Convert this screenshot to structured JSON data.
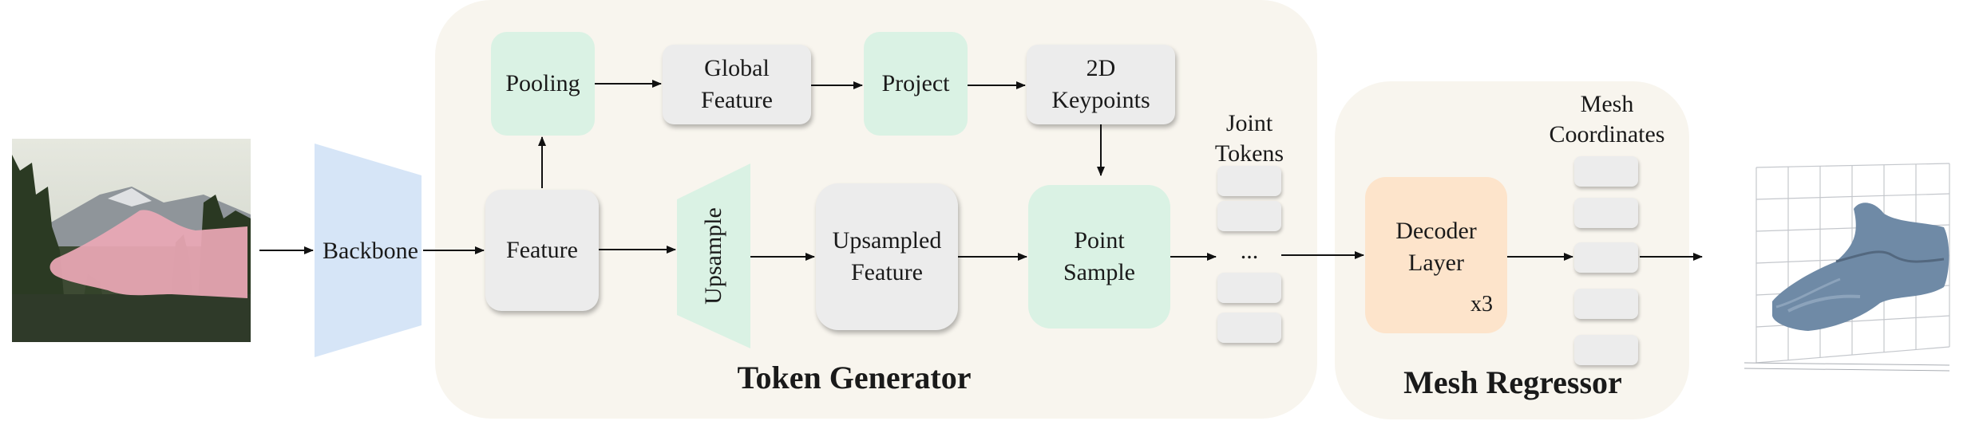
{
  "nodes": {
    "backbone": "Backbone",
    "feature": "Feature",
    "pooling": "Pooling",
    "global_feature": [
      "Global",
      "Feature"
    ],
    "project": "Project",
    "keypoints": [
      "2D",
      "Keypoints"
    ],
    "upsample": "Upsample",
    "upsampled_feature": [
      "Upsampled",
      "Feature"
    ],
    "point_sample": [
      "Point",
      "Sample"
    ],
    "joint_tokens": [
      "Joint",
      "Tokens"
    ],
    "ellipsis": "...",
    "decoder_layer": [
      "Decoder",
      "Layer"
    ],
    "repeat": "x3",
    "mesh_coordinates": [
      "Mesh",
      "Coordinates"
    ]
  },
  "groups": {
    "token_generator": "Token Generator",
    "mesh_regressor": "Mesh Regressor"
  },
  "colors": {
    "panel": "#f8f5ee",
    "backbone": "#d6e5f7",
    "green": "#daf2e4",
    "gray": "#ececec",
    "orange": "#fde4cb",
    "hand": "#eba8b6",
    "mesh": "#6f8aa6"
  }
}
